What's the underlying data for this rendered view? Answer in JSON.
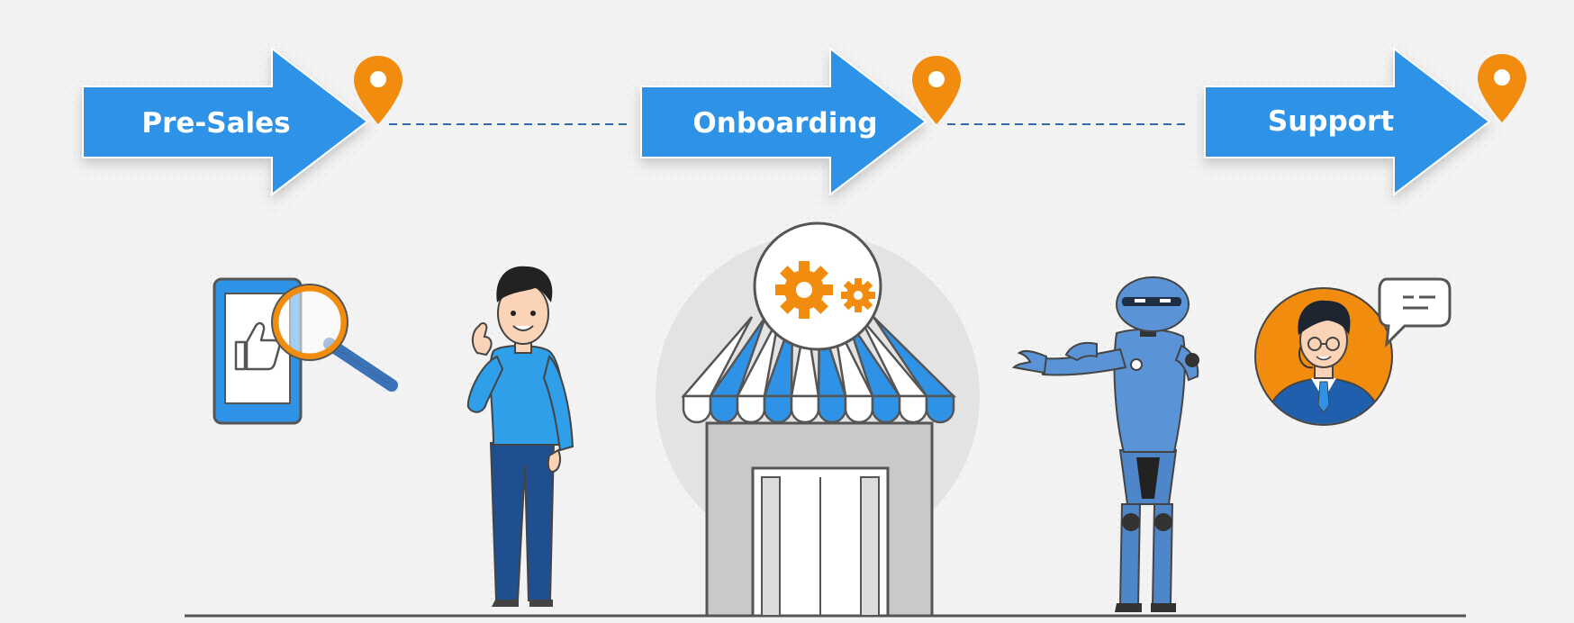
{
  "stages": [
    {
      "label": "Pre-Sales"
    },
    {
      "label": "Onboarding"
    },
    {
      "label": "Support"
    }
  ],
  "colors": {
    "arrow_blue": "#2e93e6",
    "pin_orange": "#f28c0f",
    "dash_line": "#2d6ca8",
    "ground": "#555555",
    "background": "#f3f3f3"
  },
  "icons": {
    "stage_marker": "map-pin-icon",
    "pre_sales": "phone-magnifier-thumbs-up-icon",
    "onboarding": "gears-icon",
    "support": "chat-bubble-icon"
  }
}
